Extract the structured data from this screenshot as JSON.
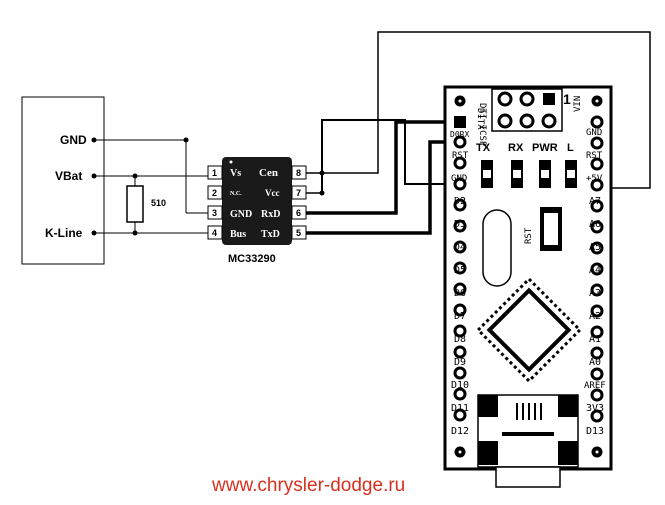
{
  "connector": {
    "labels": [
      "GND",
      "VBat",
      "K-Line"
    ]
  },
  "resistor": {
    "value": "510"
  },
  "chip": {
    "name": "MC33290",
    "pins_left": [
      {
        "num": "1",
        "name": "Vs"
      },
      {
        "num": "2",
        "name": "N.C."
      },
      {
        "num": "3",
        "name": "GND"
      },
      {
        "num": "4",
        "name": "Bus"
      }
    ],
    "pins_right": [
      {
        "num": "8",
        "name": "Cen"
      },
      {
        "num": "7",
        "name": "Vcc"
      },
      {
        "num": "6",
        "name": "RxD"
      },
      {
        "num": "5",
        "name": "TxD"
      }
    ]
  },
  "nano": {
    "icsp_label": "DTI ICSP",
    "icsp_number": "1",
    "leds": [
      "TX",
      "RX",
      "PWR",
      "L"
    ],
    "left_pins": [
      "D1TX",
      "D0RX",
      "RST",
      "GND",
      "D2",
      "D3",
      "D4",
      "D5",
      "D6",
      "D7",
      "D8",
      "D9",
      "D10",
      "D11",
      "D12"
    ],
    "right_pins": [
      "VIN",
      "GND",
      "RST",
      "+5V",
      "A7",
      "A6",
      "A5",
      "A4",
      "A3",
      "A2",
      "A1",
      "A0",
      "AREF",
      "3V3",
      "D13"
    ],
    "rst_button": "RST"
  },
  "footer": {
    "url": "www.chrysler-dodge.ru"
  },
  "colors": {
    "wire": "#000000",
    "chip_body": "#1a1a1a",
    "footer_text": "#d8301e"
  }
}
